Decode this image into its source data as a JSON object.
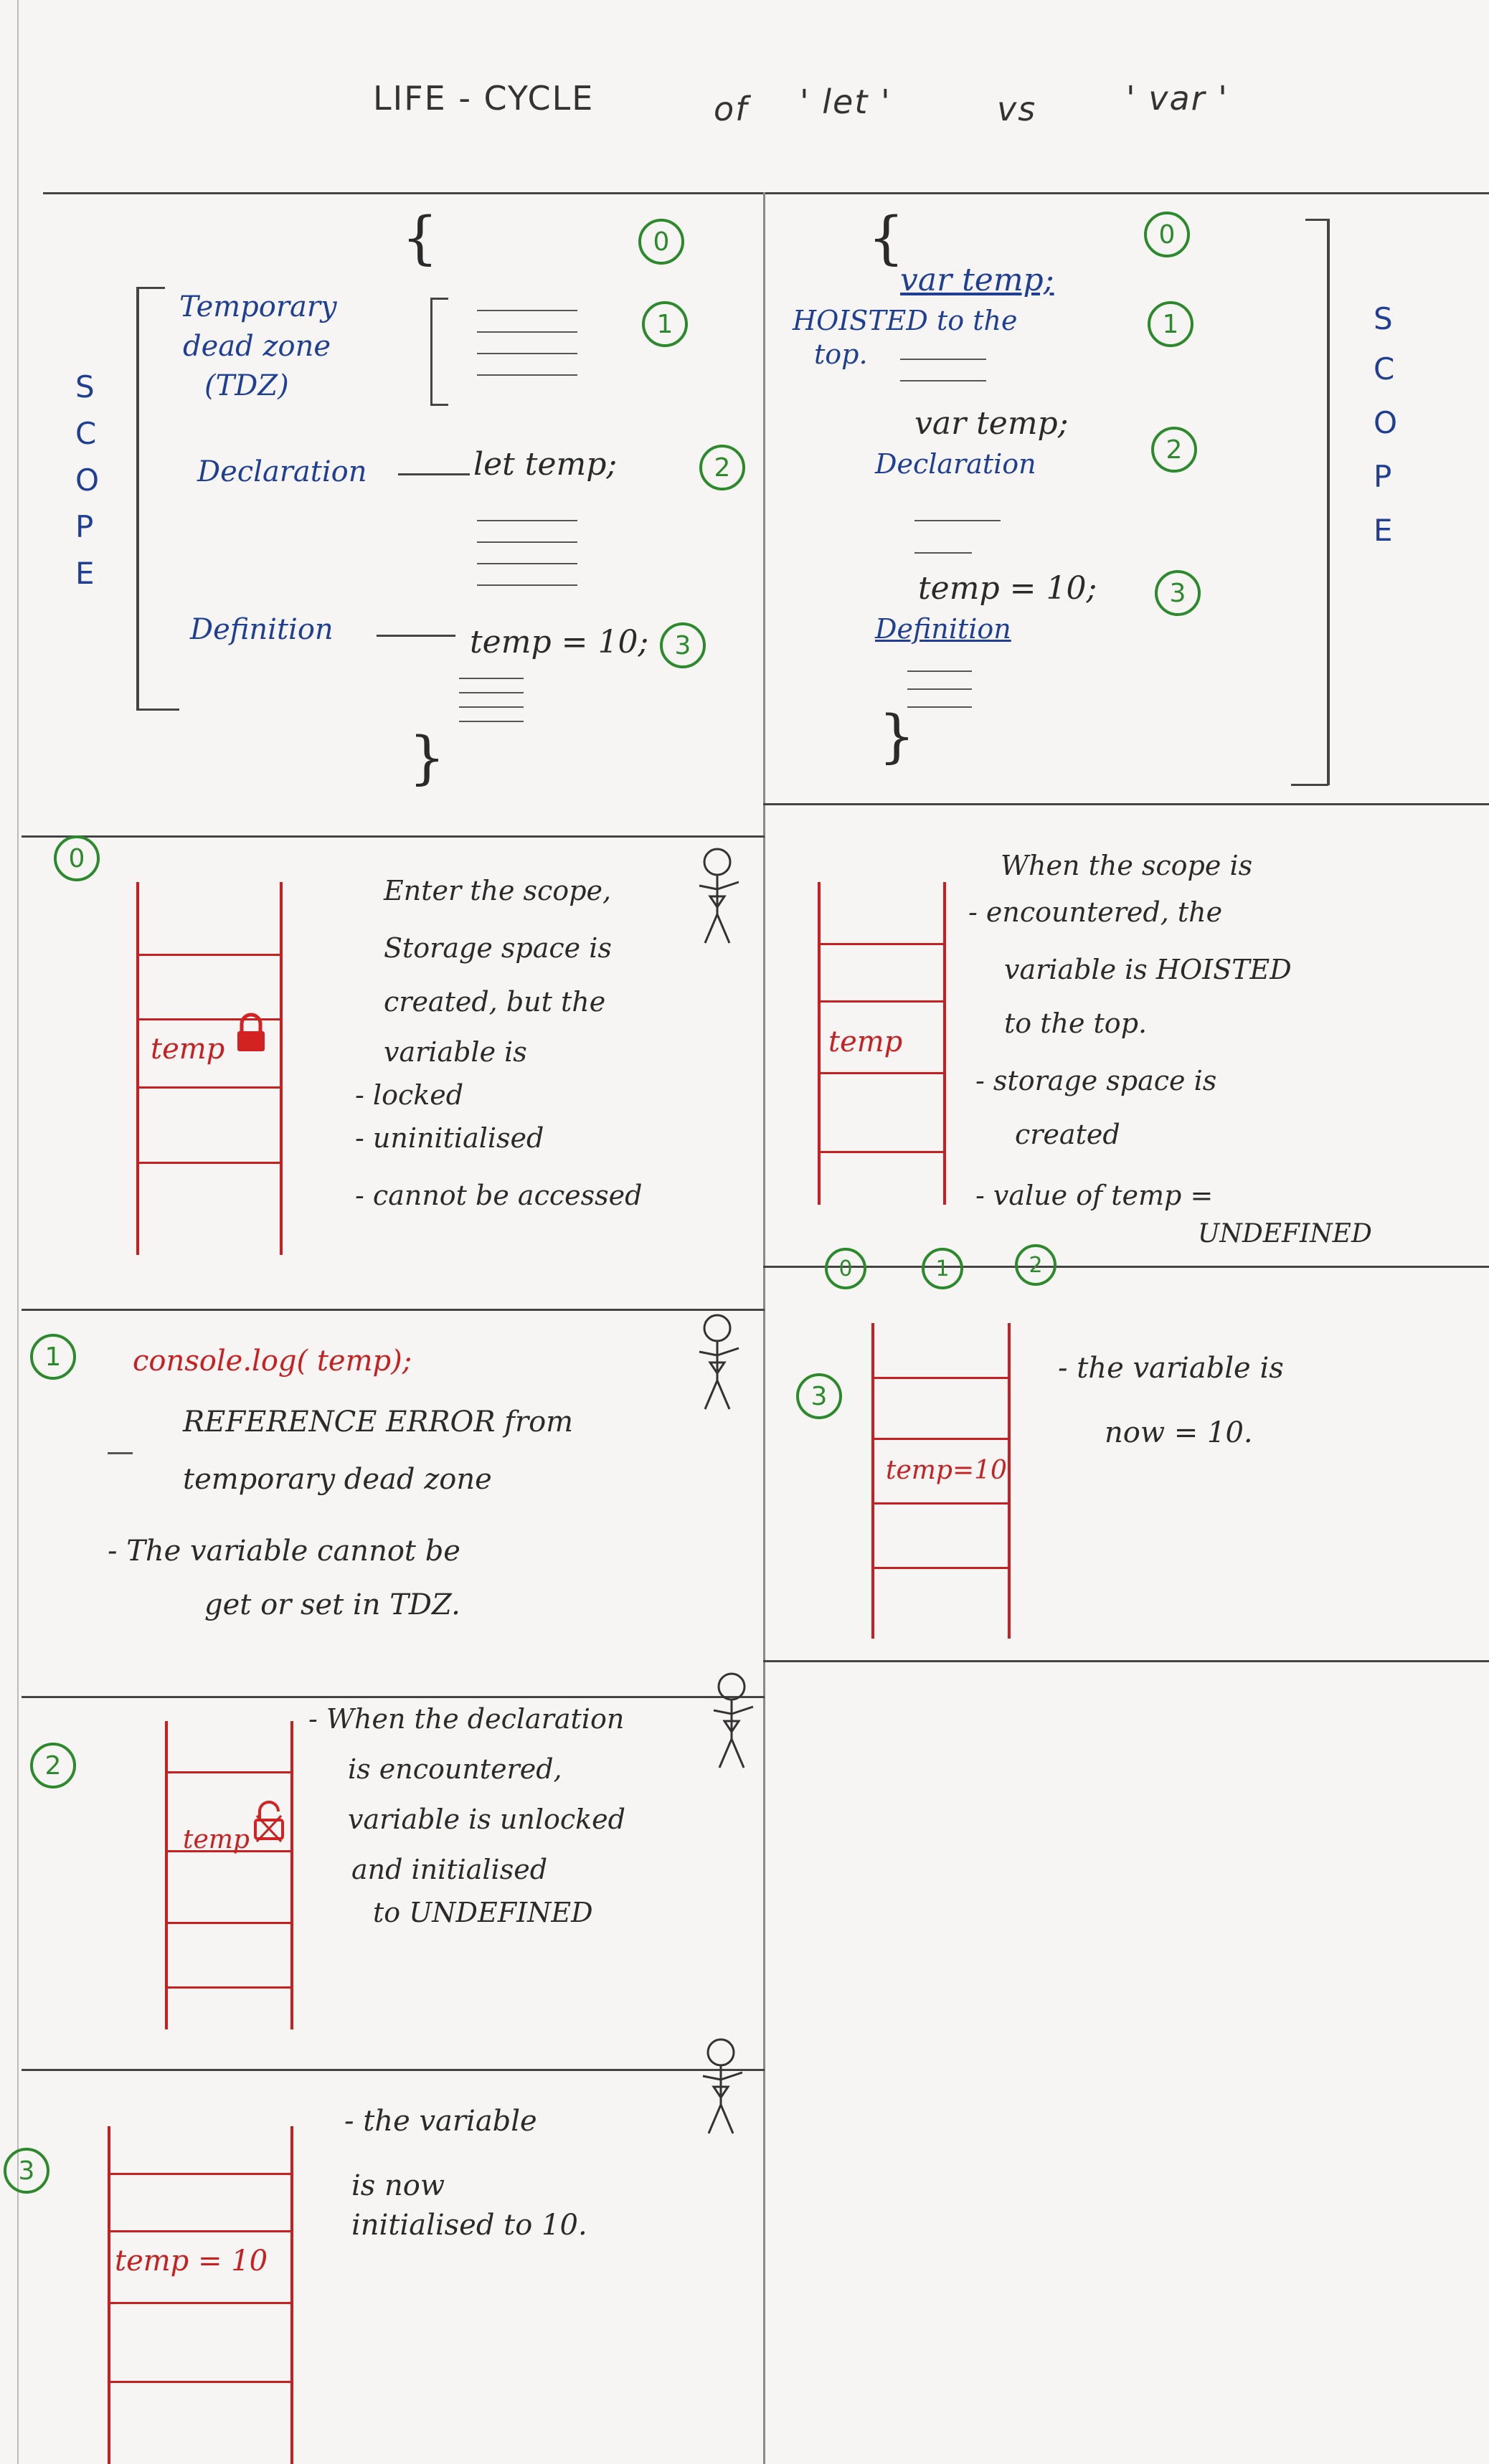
{
  "title": {
    "part1": "LIFE - CYCLE",
    "part2": "of",
    "part3": "' let '",
    "part4": "vs",
    "part5": "' var '"
  },
  "top_left": {
    "open_brace": "{",
    "close_brace": "}",
    "scope_label": [
      "S",
      "C",
      "O",
      "P",
      "E"
    ],
    "tdz_line1": "Temporary",
    "tdz_line2": "dead zone",
    "tdz_line3": "(TDZ)",
    "declaration_label": "Declaration",
    "declaration_code": "let temp;",
    "definition_label": "Definition",
    "definition_code": "temp = 10;",
    "steps": [
      "0",
      "1",
      "2",
      "3"
    ]
  },
  "top_right": {
    "open_brace": "{",
    "close_brace": "}",
    "scope_label": [
      "S",
      "C",
      "O",
      "P",
      "E"
    ],
    "hoisted_code": "var temp;",
    "hoisted_note_line1": "HOISTED to the",
    "hoisted_note_line2": "top.",
    "declaration_code": "var temp;",
    "declaration_label": "Declaration",
    "definition_code": "temp = 10;",
    "definition_label": "Definition",
    "steps": [
      "0",
      "1",
      "2",
      "3"
    ]
  },
  "let_panels": [
    {
      "step": "0",
      "box_label": "temp",
      "lines": [
        "Enter the scope,",
        "Storage space is",
        "created, but the",
        "variable is",
        "- locked",
        "- uninitialised",
        "- cannot be accessed"
      ]
    },
    {
      "step": "1",
      "code": "console.log( temp);",
      "lines": [
        "REFERENCE ERROR   from",
        "temporary dead zone",
        "- The variable cannot be",
        "get  or set  in TDZ."
      ]
    },
    {
      "step": "2",
      "box_label": "temp",
      "lines": [
        "- When the declaration",
        "is encountered,",
        "variable is unlocked",
        "and initialised",
        "to  UNDEFINED"
      ]
    },
    {
      "step": "3",
      "box_label": "temp = 10",
      "lines": [
        "- the variable",
        "is now",
        "initialised to 10."
      ]
    }
  ],
  "var_panels": [
    {
      "steps": [
        "0",
        "1",
        "2"
      ],
      "box_label": "temp",
      "lines": [
        "When the scope is",
        "- encountered, the",
        "variable is HOISTED",
        "to the top.",
        "- storage space is",
        "created",
        "- value of temp =",
        "UNDEFINED"
      ]
    },
    {
      "step": "3",
      "box_label": "temp=10",
      "lines": [
        "- the variable is",
        "now = 10."
      ]
    }
  ],
  "colors": {
    "ink_blue": "#1f3f94",
    "ink_red": "#c82020",
    "ink_green": "#2c8a2c",
    "ink_dark": "#2a2a2a",
    "paper": "#f6f5f4"
  }
}
